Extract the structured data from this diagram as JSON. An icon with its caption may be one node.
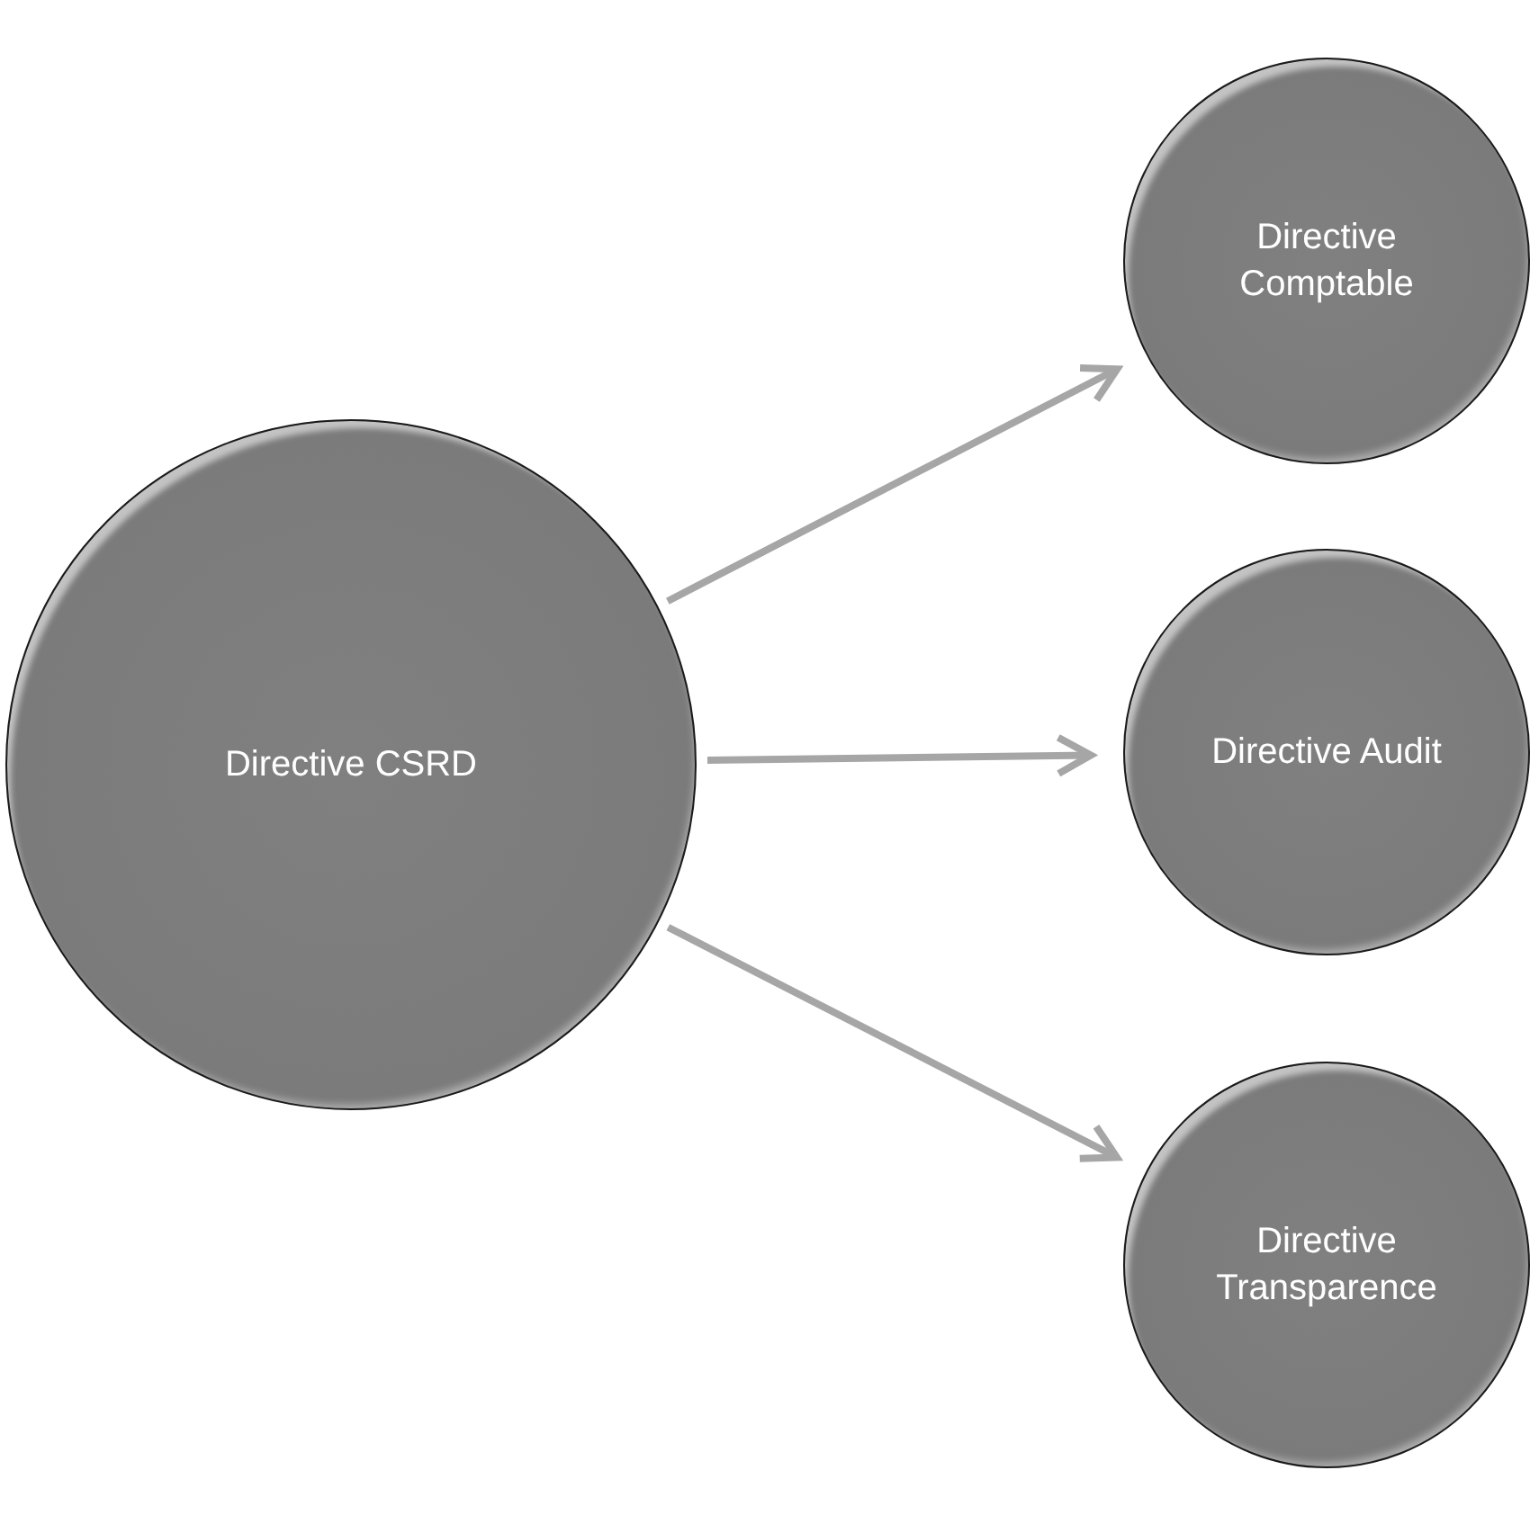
{
  "diagram": {
    "nodes": [
      {
        "text": [
          "Directive CSRD"
        ]
      },
      {
        "text": [
          "Directive Comptable"
        ]
      },
      {
        "text": [
          "Directive Audit"
        ]
      },
      {
        "text": [
          "Directive Transparence"
        ]
      }
    ],
    "edges": [
      {
        "from": 0,
        "to": 1,
        "arrow": "to"
      },
      {
        "from": 0,
        "to": 2,
        "arrow": "to"
      },
      {
        "from": 0,
        "to": 3,
        "arrow": "to"
      }
    ]
  }
}
